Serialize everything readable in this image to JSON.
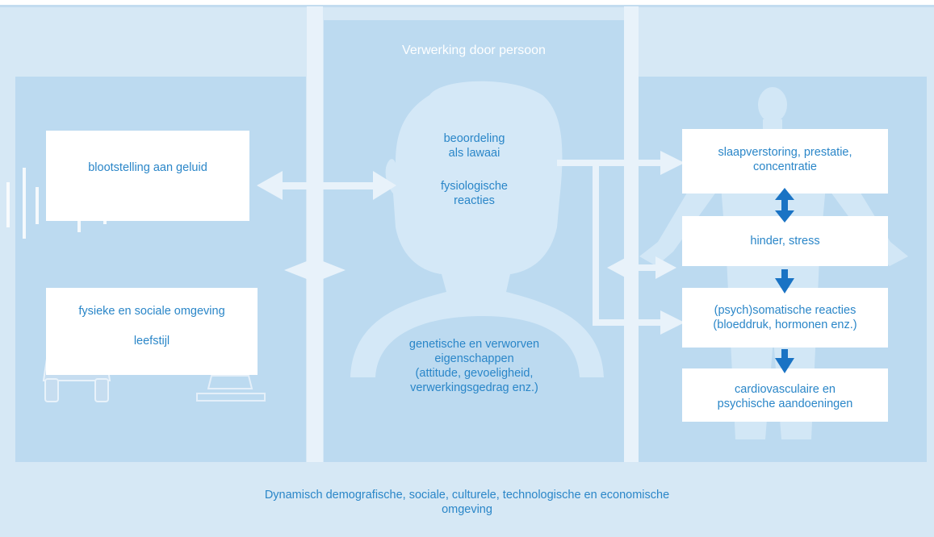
{
  "diagram": {
    "center_title": "Verwerking door persoon",
    "left": {
      "exposure": "blootstelling aan geluid",
      "environment": "fysieke en sociale omgeving",
      "lifestyle": "leefstijl"
    },
    "center": {
      "assessment_line1": "beoordeling",
      "assessment_line2": "als lawaai",
      "physiological_line1": "fysiologische",
      "physiological_line2": "reacties",
      "traits_line1": "genetische en verworven",
      "traits_line2": "eigenschappen",
      "traits_line3": "(attitude, gevoeligheid,",
      "traits_line4": "verwerkingsgedrag enz.)"
    },
    "right": {
      "box1_line1": "slaapverstoring, prestatie,",
      "box1_line2": "concentratie",
      "box2": "hinder, stress",
      "box3_line1": "(psych)somatische reacties",
      "box3_line2": "(bloeddruk, hormonen enz.)",
      "box4_line1": "cardiovasculaire en",
      "box4_line2": "psychische aandoeningen"
    },
    "footer_line1": "Dynamisch demografische, sociale, culturele, technologische en economische",
    "footer_line2": "omgeving"
  },
  "colors": {
    "outer": "#d6e8f5",
    "panel": "#bcdaf0",
    "silhouette": "#cfe5f5",
    "text": "#2a86c8",
    "dark_arrow": "#1a73c4",
    "white": "#ffffff"
  }
}
